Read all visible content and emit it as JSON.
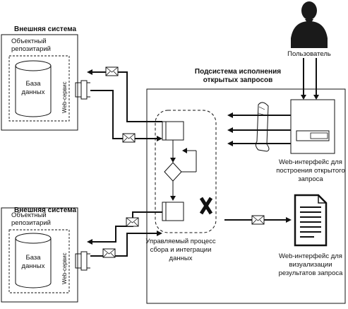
{
  "external_system_top": {
    "title": "Внешняя система",
    "repo_line1": "Объектный",
    "repo_line2": "репозитарий",
    "db_line1": "База",
    "db_line2": "данных",
    "webservice": "Web-сервис"
  },
  "external_system_bottom": {
    "title": "Внешняя система",
    "repo_line1": "Объектный",
    "repo_line2": "репозитарий",
    "db_line1": "База",
    "db_line2": "данных",
    "webservice": "Web-сервис"
  },
  "user": {
    "label": "Пользователь"
  },
  "subsystem": {
    "title_line1": "Подсистема исполнения",
    "title_line2": "открытых запросов"
  },
  "process": {
    "line1": "Управляемый процесс",
    "line2": "сбора и интеграции",
    "line3": "данных"
  },
  "query_builder_ui": {
    "line1": "Web-интерфейс для",
    "line2": "построения открытого",
    "line3": "запроса"
  },
  "results_ui": {
    "line1": "Web-интерфейс для",
    "line2": "визуализации",
    "line3": "результатов запроса"
  }
}
